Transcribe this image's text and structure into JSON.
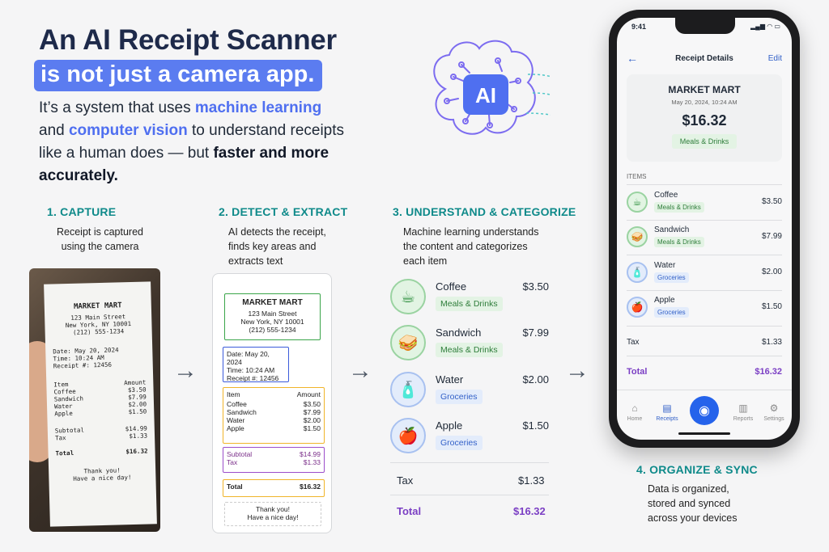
{
  "header": {
    "title": "An AI Receipt Scanner",
    "highlight": "is not just a camera app.",
    "intro": {
      "p1": "It’s a system that uses ",
      "hl1": "machine learning",
      "p2": " and ",
      "hl2": "computer vision",
      "p3": " to understand receipts like a human does — but ",
      "bold": "faster and more accurately."
    }
  },
  "steps": {
    "capture": {
      "title": "1. CAPTURE",
      "desc1": "Receipt is captured",
      "desc2": "using the camera"
    },
    "detect": {
      "title": "2. DETECT & EXTRACT",
      "desc1": "AI detects the receipt,",
      "desc2": "finds key areas and",
      "desc3": "extracts text"
    },
    "understand": {
      "title": "3. UNDERSTAND & CATEGORIZE",
      "desc1": "Machine learning understands",
      "desc2": "the content and categorizes",
      "desc3": "each item"
    },
    "organize": {
      "title": "4. ORGANIZE & SYNC",
      "desc1": "Data is organized,",
      "desc2": "stored and synced",
      "desc3": "across your devices"
    }
  },
  "ai_label": "AI",
  "receipt": {
    "store": "MARKET MART",
    "address1": "123 Main Street",
    "address2": "New York, NY 10001",
    "phone": "(212) 555-1234",
    "date": "Date: May 20, 2024",
    "time": "Time: 10:24 AM",
    "receipt_no": "Receipt #: 12456",
    "col_item": "Item",
    "col_amount": "Amount",
    "items": [
      {
        "name": "Coffee",
        "amount": "$3.50"
      },
      {
        "name": "Sandwich",
        "amount": "$7.99"
      },
      {
        "name": "Water",
        "amount": "$2.00"
      },
      {
        "name": "Apple",
        "amount": "$1.50"
      }
    ],
    "subtotal_label": "Subtotal",
    "subtotal": "$14.99",
    "tax_label": "Tax",
    "tax": "$1.33",
    "total_label": "Total",
    "total": "$16.32",
    "thanks1": "Thank you!",
    "thanks2": "Have a nice day!"
  },
  "categorized": {
    "items": [
      {
        "name": "Coffee",
        "price": "$3.50",
        "category": "Meals & Drinks",
        "icon": "coffee-icon"
      },
      {
        "name": "Sandwich",
        "price": "$7.99",
        "category": "Meals & Drinks",
        "icon": "sandwich-icon"
      },
      {
        "name": "Water",
        "price": "$2.00",
        "category": "Groceries",
        "icon": "water-bottle-icon"
      },
      {
        "name": "Apple",
        "price": "$1.50",
        "category": "Groceries",
        "icon": "apple-icon"
      }
    ],
    "tax_label": "Tax",
    "tax": "$1.33",
    "total_label": "Total",
    "total": "$16.32"
  },
  "phone": {
    "time": "9:41",
    "nav_title": "Receipt Details",
    "edit": "Edit",
    "store": "MARKET MART",
    "datetime": "May 20, 2024, 10:24 AM",
    "amount": "$16.32",
    "category": "Meals & Drinks",
    "items_header": "ITEMS",
    "items": [
      {
        "name": "Coffee",
        "tag": "Meals & Drinks",
        "price": "$3.50"
      },
      {
        "name": "Sandwich",
        "tag": "Meals & Drinks",
        "price": "$7.99"
      },
      {
        "name": "Water",
        "tag": "Groceries",
        "price": "$2.00"
      },
      {
        "name": "Apple",
        "tag": "Groceries",
        "price": "$1.50"
      }
    ],
    "tax_label": "Tax",
    "tax": "$1.33",
    "total_label": "Total",
    "total": "$16.32",
    "tabs": {
      "home": "Home",
      "receipts": "Receipts",
      "reports": "Reports",
      "settings": "Settings"
    }
  },
  "colors": {
    "accent": "#5b7cf0",
    "teal": "#0f8a8a",
    "purple": "#7b3fc4",
    "green": "#2e7d3a"
  }
}
